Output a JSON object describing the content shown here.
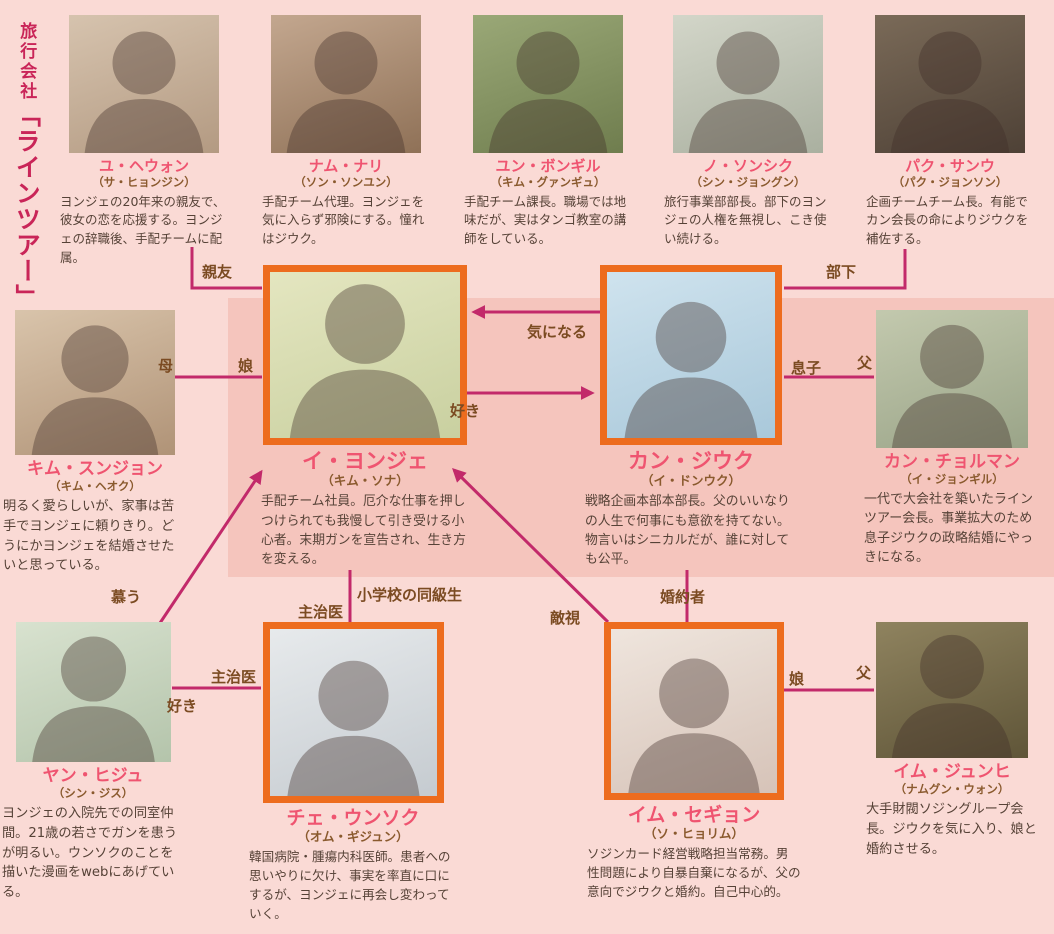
{
  "company": {
    "prefix": "旅行会社",
    "name": "「ラインツアー」"
  },
  "colors": {
    "background": "#fadad5",
    "center_panel": "#f5c5bd",
    "relation_line": "#c22a6a",
    "highlight_border": "#ed6c1e",
    "character_name": "#ef5470",
    "relation_label": "#7b4b22",
    "company_title": "#c92558"
  },
  "characters": [
    {
      "name": "ユ・ヘウォン",
      "actor": "（サ・ヒョンジン）",
      "desc": "ヨンジェの20年来の親友で、彼女の恋を応援する。ヨンジェの辞職後、手配チームに配属。",
      "photo_bg": "linear-gradient(160deg,#d6c3ae,#b39a82)"
    },
    {
      "name": "ナム・ナリ",
      "actor": "（ソン・ソンユン）",
      "desc": "手配チーム代理。ヨンジェを気に入らず邪険にする。憧れはジウク。",
      "photo_bg": "linear-gradient(160deg,#c3a78f,#8f7157)"
    },
    {
      "name": "ユン・ボンギル",
      "actor": "（キム・グァンギュ）",
      "desc": "手配チーム課長。職場では地味だが、実はタンゴ教室の講師をしている。",
      "photo_bg": "linear-gradient(160deg,#9aa877,#6f7d4e)"
    },
    {
      "name": "ノ・ソンシク",
      "actor": "（シン・ジョングン）",
      "desc": "旅行事業部部長。部下のヨンジェの人権を無視し、こき使い続ける。",
      "photo_bg": "linear-gradient(160deg,#d3d6c9,#aab0a0)"
    },
    {
      "name": "パク・サンウ",
      "actor": "（パク・ジョンソン）",
      "desc": "企画チームチーム長。有能でカン会長の命によりジウクを補佐する。",
      "photo_bg": "linear-gradient(160deg,#7a6a58,#4e4136)"
    },
    {
      "name": "キム・スンジョン",
      "actor": "（キム・ヘオク）",
      "desc": "明るく愛らしいが、家事は苦手でヨンジェに頼りきり。どうにかヨンジェを結婚させたいと思っている。",
      "photo_bg": "linear-gradient(160deg,#d9c4ab,#b09377)"
    },
    {
      "name": "イ・ヨンジェ",
      "actor": "（キム・ソナ）",
      "desc": "手配チーム社員。厄介な仕事を押しつけられても我慢して引き受ける小心者。末期ガンを宣告され、生き方を変える。",
      "photo_bg": "linear-gradient(160deg,#e4e6c0,#c9d0a0)"
    },
    {
      "name": "カン・ジウク",
      "actor": "（イ・ドンウク）",
      "desc": "戦略企画本部本部長。父のいいなりの人生で何事にも意欲を持てない。物言いはシニカルだが、誰に対しても公平。",
      "photo_bg": "linear-gradient(160deg,#cfe3ee,#a9c8da)"
    },
    {
      "name": "カン・チョルマン",
      "actor": "（イ・ジョンギル）",
      "desc": "一代で大会社を築いたラインツアー会長。事業拡大のため息子ジウクの政略結婚にやっきになる。",
      "photo_bg": "linear-gradient(160deg,#c3c9ae,#9aa488)"
    },
    {
      "name": "ヤン・ヒジュ",
      "actor": "（シン・ジス）",
      "desc": "ヨンジェの入院先での同室仲間。21歳の若さでガンを患うが明るい。ウンソクのことを描いた漫画をwebにあげている。",
      "photo_bg": "linear-gradient(160deg,#d8e2cf,#b4c4ab)"
    },
    {
      "name": "チェ・ウンソク",
      "actor": "（オム・ギジュン）",
      "desc": "韓国病院・腫瘍内科医師。患者への思いやりに欠け、事実を率直に口にするが、ヨンジェに再会し変わっていく。",
      "photo_bg": "linear-gradient(160deg,#e7eaec,#c5cbd0)"
    },
    {
      "name": "イム・セギョン",
      "actor": "（ソ・ヒョリム）",
      "desc": "ソジンカード経営戦略担当常務。男性問題により自暴自棄になるが、父の意向でジウクと婚約。自己中心的。",
      "photo_bg": "linear-gradient(160deg,#efe5dd,#d6c3b8)"
    },
    {
      "name": "イム・ジュンヒ",
      "actor": "（ナムグン・ウォン）",
      "desc": "大手財閥ソジングループ会長。ジウクを気に入り、娘と婚約させる。",
      "photo_bg": "linear-gradient(160deg,#8f835f,#5f5538)"
    }
  ],
  "relations": {
    "shinyu": "親友",
    "buka": "部下",
    "haha": "母",
    "musume": "娘",
    "kininaru": "気になる",
    "suki": "好き",
    "musuko": "息子",
    "chichi_r": "父",
    "dokyusei": "小学校の同級生",
    "shujii_c": "主治医",
    "tekishi": "敵視",
    "konyakusha": "婚約者",
    "shitau": "慕う",
    "shujii_l": "主治医",
    "suki_l": "好き",
    "musume_b": "娘",
    "chichi_b": "父"
  }
}
